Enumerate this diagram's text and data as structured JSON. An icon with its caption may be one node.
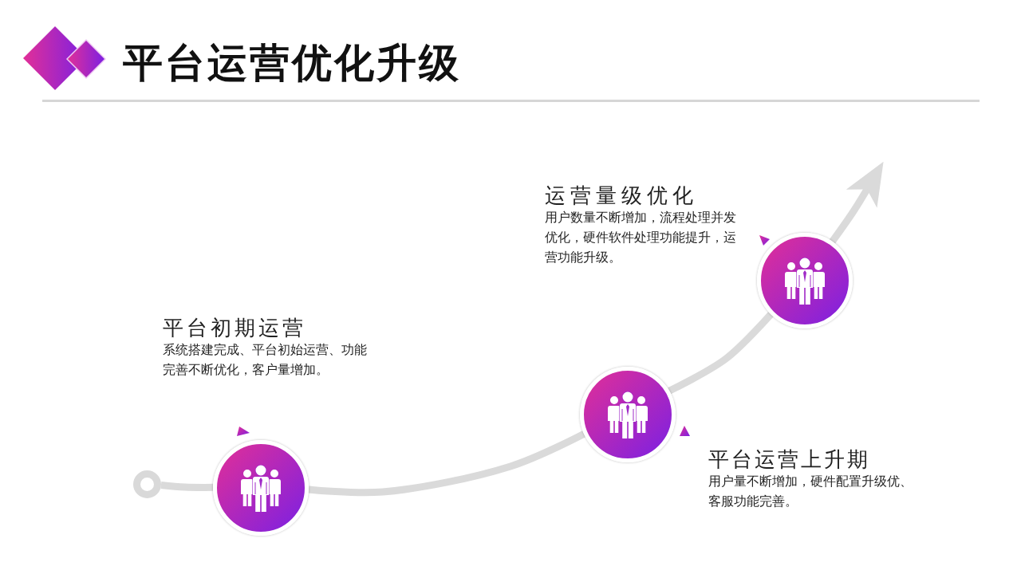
{
  "diagram": {
    "title": "平台运营优化升级",
    "nodes": [
      {
        "text": [],
        "shape": "circle"
      },
      {
        "text": [],
        "shape": "circle",
        "beside": [
          "平台初期运营",
          "系统搭建完成、平台初始运营、功能完善不断优化，客户量增加。"
        ]
      },
      {
        "text": [],
        "shape": "circle",
        "beside": [
          "平台运营上升期",
          "用户量不断增加，硬件配置升级优、客服功能完善。"
        ]
      },
      {
        "text": [],
        "shape": "circle",
        "beside": [
          "运营量级优化",
          "用户数量不断增加，流程处理并发优化，硬件软件处理功能提升，运营功能升级。"
        ]
      }
    ],
    "edges": [
      {
        "from": 0,
        "to": 1,
        "arrow": "none"
      },
      {
        "from": 1,
        "to": 2,
        "arrow": "none"
      },
      {
        "from": 2,
        "to": 3,
        "arrow": "none"
      },
      {
        "from": 3,
        "to": null,
        "arrow": "to"
      }
    ]
  }
}
